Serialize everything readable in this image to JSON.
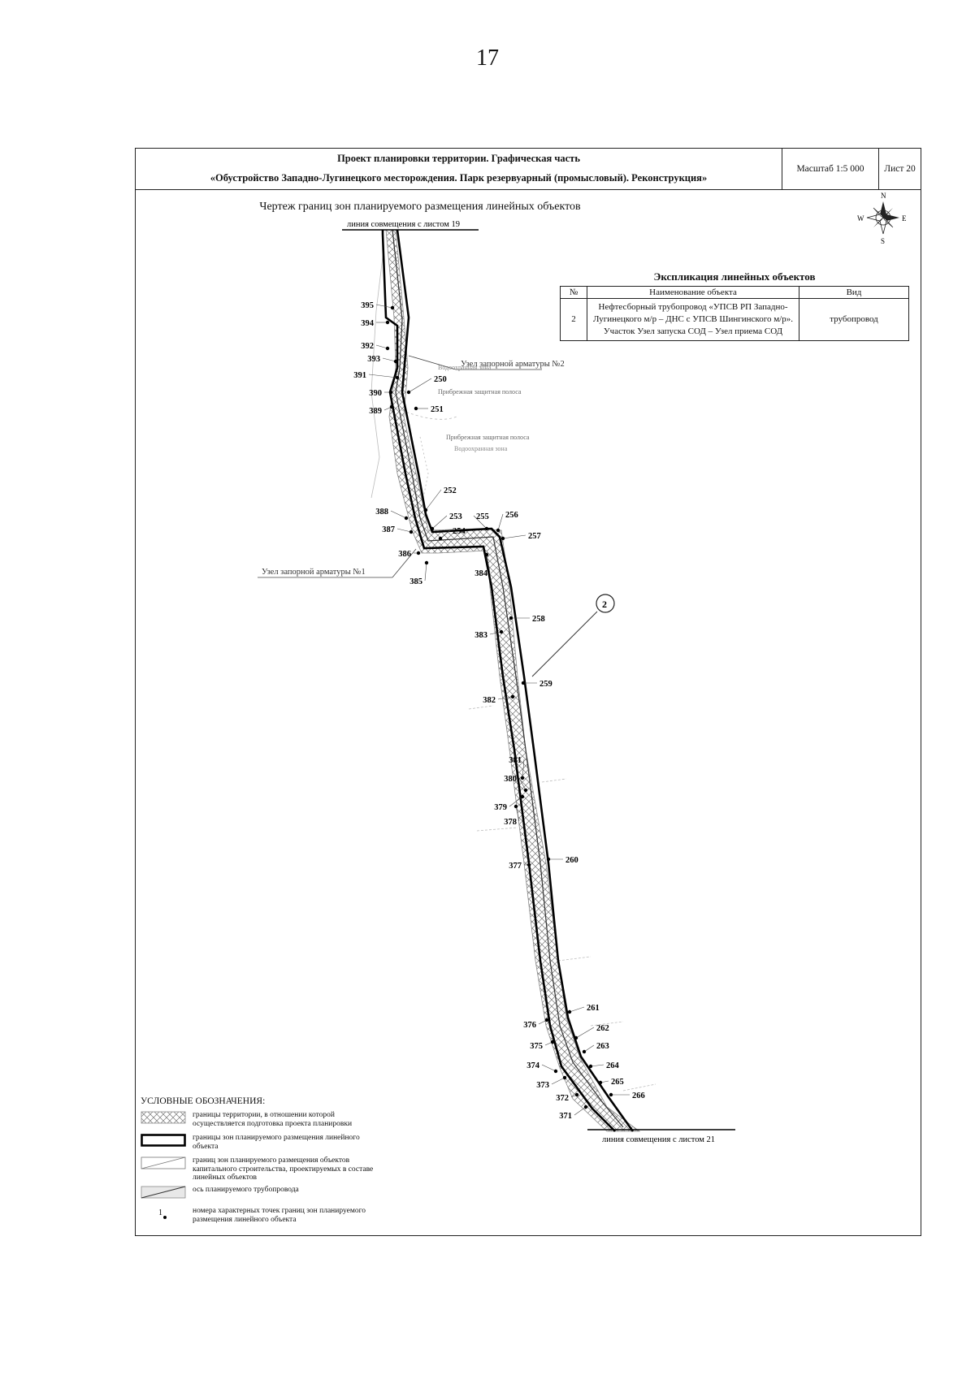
{
  "page_number": "17",
  "title_block": {
    "line1": "Проект планировки территории. Графическая часть",
    "line2": "«Обустройство Западно-Лугинецкого месторождения. Парк резервуарный (промысловый). Реконструкция»",
    "scale": "Масштаб 1:5 000",
    "sheet": "Лист 20"
  },
  "drawing_title": "Чертеж границ зон планируемого размещения линейных объектов",
  "compass": {
    "n": "N",
    "s": "S",
    "e": "E",
    "w": "W"
  },
  "explication": {
    "title": "Экспликация линейных объектов",
    "headers": [
      "№",
      "Наименование объекта",
      "Вид"
    ],
    "rows": [
      {
        "num": "2",
        "name": "Нефтесборный трубопровод «УПСВ РП Западно-Лугинецкого м/р – ДНС с УПСВ Шингинского м/р». Участок Узел запуска СОД – Узел приема СОД",
        "type": "трубопровод"
      }
    ]
  },
  "map": {
    "top_match_line": "линия совмещения с листом 19",
    "bottom_match_line": "линия совмещения с листом 21",
    "object_number": "2",
    "callouts": [
      "Узел запорной арматуры №2",
      "Узел запорной арматуры №1"
    ],
    "faint_labels": [
      "Прибрежная защитная полоса",
      "Прибрежная защитная полоса",
      "Водоохранная зона",
      "Водоохранная зона"
    ],
    "right_points": [
      "250",
      "251",
      "252",
      "253",
      "254",
      "255",
      "256",
      "257",
      "258",
      "259",
      "260",
      "261",
      "262",
      "263",
      "264",
      "265",
      "266"
    ],
    "left_points": [
      "395",
      "394",
      "392",
      "393",
      "391",
      "390",
      "389",
      "388",
      "387",
      "386",
      "385",
      "384",
      "383",
      "382",
      "381",
      "380",
      "379",
      "378",
      "377",
      "376",
      "375",
      "374",
      "373",
      "372",
      "371"
    ]
  },
  "legend": {
    "title": "УСЛОВНЫЕ ОБОЗНАЧЕНИЯ:",
    "items": [
      "границы территории, в отношении которой осуществляется подготовка проекта планировки",
      "границы зон планируемого размещения линейного объекта",
      "границ зон планируемого размещения объектов капитального строительства, проектируемых в составе линейных объектов",
      "ось планируемого трубопровода",
      "номера характерных точек границ зон планируемого размещения линейного объекта"
    ],
    "point_symbol": "1"
  }
}
